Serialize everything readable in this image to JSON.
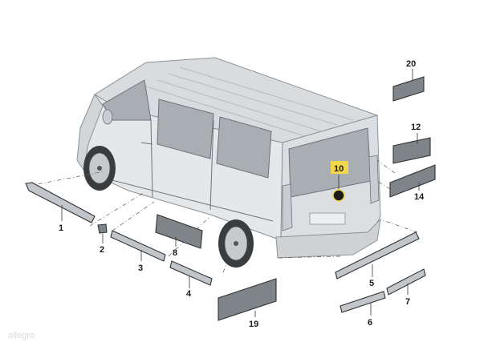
{
  "colors": {
    "body": "#e5e7e9",
    "roof": "#d9dcdf",
    "glass": "#a9aeb3",
    "trim_dark": "#7f8489",
    "trim_light": "#c2c6ca",
    "highlight": "#f2d74a",
    "badge": "#1b1b1b"
  },
  "callouts": {
    "c1": "1",
    "c2": "2",
    "c3": "3",
    "c4": "4",
    "c5": "5",
    "c6": "6",
    "c7": "7",
    "c8": "8",
    "c10": "10",
    "c12": "12",
    "c14": "14",
    "c19": "19",
    "c20": "20"
  },
  "watermark": "allegro"
}
